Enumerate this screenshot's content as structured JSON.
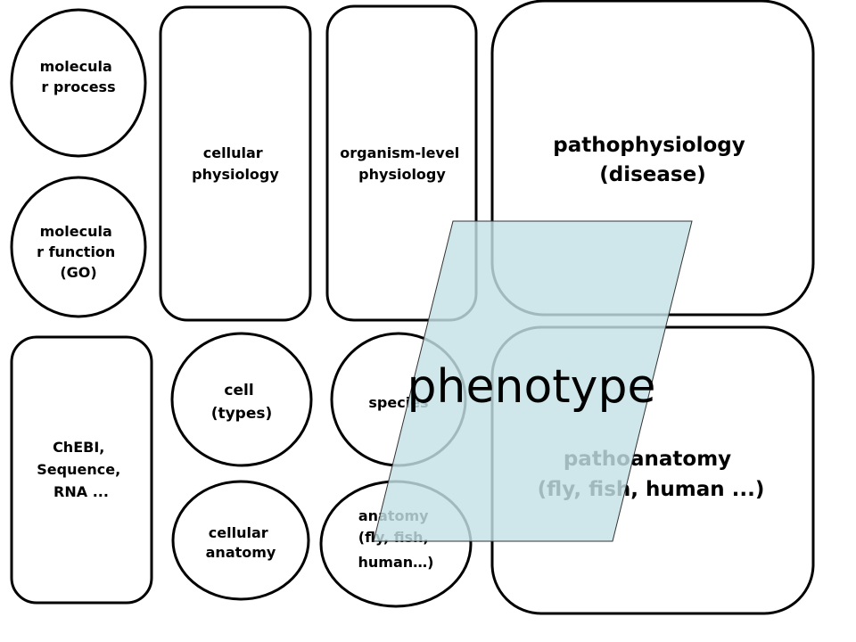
{
  "nodes": {
    "molecular_process": [
      "molecula",
      "r process"
    ],
    "molecular_function": [
      "molecula",
      "r function",
      "(GO)"
    ],
    "chebi": [
      "ChEBI,",
      "Sequence,",
      "RNA ..."
    ],
    "cellular_physiology": [
      "cellular",
      "physiology"
    ],
    "organism_physiology": [
      "organism-level",
      "physiology"
    ],
    "pathophysiology": [
      "pathophysiology",
      "(disease)"
    ],
    "cell_types": [
      "cell",
      "(types)"
    ],
    "species": "species",
    "cellular_anatomy": [
      "cellular",
      "anatomy"
    ],
    "anatomy": [
      "anatomy",
      "(fly, fish,",
      "human…)"
    ],
    "pathoanatomy": [
      "pathoanatomy",
      "(fly, fish, human ...)"
    ]
  },
  "overlay": {
    "label": "phenotype",
    "fill_color": "#c4e2e6",
    "fill_opacity": 0.82
  }
}
